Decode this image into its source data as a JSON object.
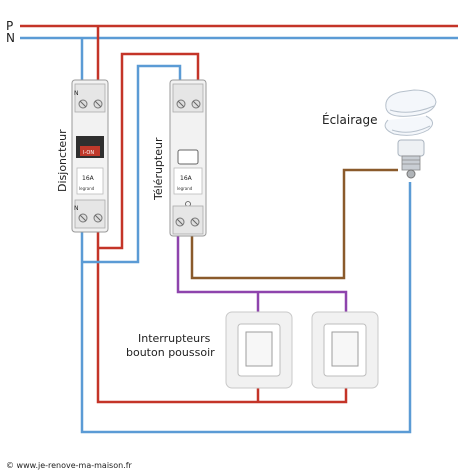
{
  "lines": {
    "phase": "P",
    "neutral": "N"
  },
  "labels": {
    "breaker": "Disjoncteur",
    "relay": "Télérupteur",
    "lamp": "Éclairage",
    "switches_line1": "Interrupteurs",
    "switches_line2": "bouton poussoir",
    "footer": "© www.je-renove-ma-maison.fr"
  },
  "breaker": {
    "top_mark": "N",
    "bottom_mark": "N",
    "on_label": "I-ON",
    "rating": "16A",
    "brand": "legrand"
  },
  "relay": {
    "rating": "16A",
    "brand": "legrand"
  },
  "colors": {
    "phase": "#c43428",
    "neutral": "#5b9bd5",
    "return": "#8a5a2b",
    "control": "#8e44ad",
    "module": "#f2f2f2",
    "breaker_lever": "#c0392b"
  }
}
